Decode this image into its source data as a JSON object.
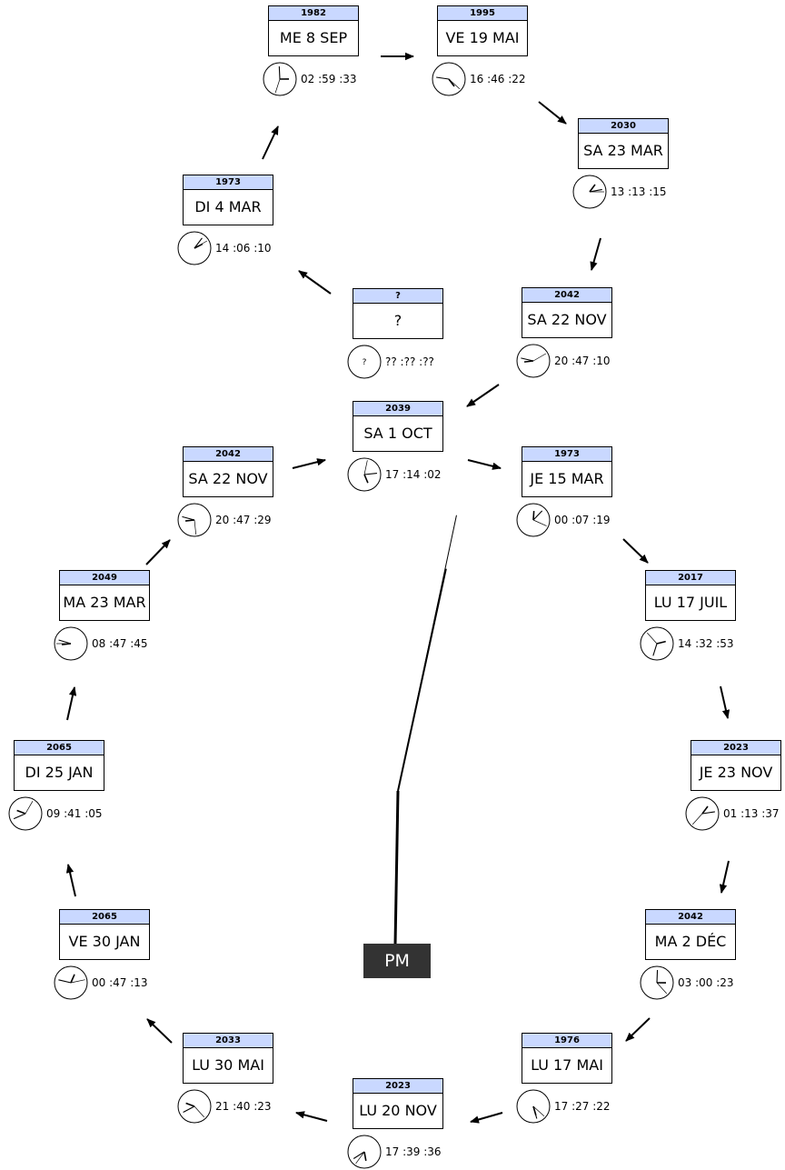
{
  "period_label": "PM",
  "big_clock": {
    "hour": 18,
    "minute": 2,
    "second": 2
  },
  "center": {
    "year": "2039",
    "date": "SA 1 OCT",
    "time": "17 :14 :02",
    "clock": {
      "h": 17,
      "m": 14,
      "s": 2
    }
  },
  "unknown": {
    "year": "?",
    "date": "?",
    "time": "?? :?? :??",
    "clock_label": "?"
  },
  "ring": [
    {
      "year": "1973",
      "date": "JE 15 MAR",
      "time": "00 :07 :19",
      "clock": {
        "h": 0,
        "m": 7,
        "s": 19
      }
    },
    {
      "year": "2017",
      "date": "LU 17 JUIL",
      "time": "14 :32 :53",
      "clock": {
        "h": 14,
        "m": 32,
        "s": 53
      }
    },
    {
      "year": "2023",
      "date": "JE 23 NOV",
      "time": "01 :13 :37",
      "clock": {
        "h": 1,
        "m": 13,
        "s": 37
      }
    },
    {
      "year": "2042",
      "date": "MA 2 DÉC",
      "time": "03 :00 :23",
      "clock": {
        "h": 3,
        "m": 0,
        "s": 23
      }
    },
    {
      "year": "1976",
      "date": "LU 17 MAI",
      "time": "17 :27 :22",
      "clock": {
        "h": 17,
        "m": 27,
        "s": 22
      }
    },
    {
      "year": "2023",
      "date": "LU 20 NOV",
      "time": "17 :39 :36",
      "clock": {
        "h": 17,
        "m": 39,
        "s": 36
      }
    },
    {
      "year": "2033",
      "date": "LU 30 MAI",
      "time": "21 :40 :23",
      "clock": {
        "h": 21,
        "m": 40,
        "s": 23
      }
    },
    {
      "year": "2065",
      "date": "VE 30 JAN",
      "time": "00 :47 :13",
      "clock": {
        "h": 0,
        "m": 47,
        "s": 13
      }
    },
    {
      "year": "2065",
      "date": "DI 25 JAN",
      "time": "09 :41 :05",
      "clock": {
        "h": 9,
        "m": 41,
        "s": 5
      }
    },
    {
      "year": "2049",
      "date": "MA 23 MAR",
      "time": "08 :47 :45",
      "clock": {
        "h": 8,
        "m": 47,
        "s": 45
      }
    },
    {
      "year": "2042",
      "date": "SA 22 NOV",
      "time": "20 :47 :29",
      "clock": {
        "h": 20,
        "m": 47,
        "s": 29
      }
    }
  ],
  "top_loop": [
    {
      "year": "1973",
      "date": "DI 4 MAR",
      "time": "14 :06 :10",
      "clock": {
        "h": 14,
        "m": 6,
        "s": 10
      }
    },
    {
      "year": "1982",
      "date": "ME 8 SEP",
      "time": "02 :59 :33",
      "clock": {
        "h": 2,
        "m": 59,
        "s": 33
      }
    },
    {
      "year": "1995",
      "date": "VE 19 MAI",
      "time": "16 :46 :22",
      "clock": {
        "h": 16,
        "m": 46,
        "s": 22
      }
    },
    {
      "year": "2030",
      "date": "SA 23 MAR",
      "time": "13 :13 :15",
      "clock": {
        "h": 13,
        "m": 13,
        "s": 15
      }
    },
    {
      "year": "2042",
      "date": "SA 22 NOV",
      "time": "20 :47 :10",
      "clock": {
        "h": 20,
        "m": 47,
        "s": 10
      }
    }
  ]
}
